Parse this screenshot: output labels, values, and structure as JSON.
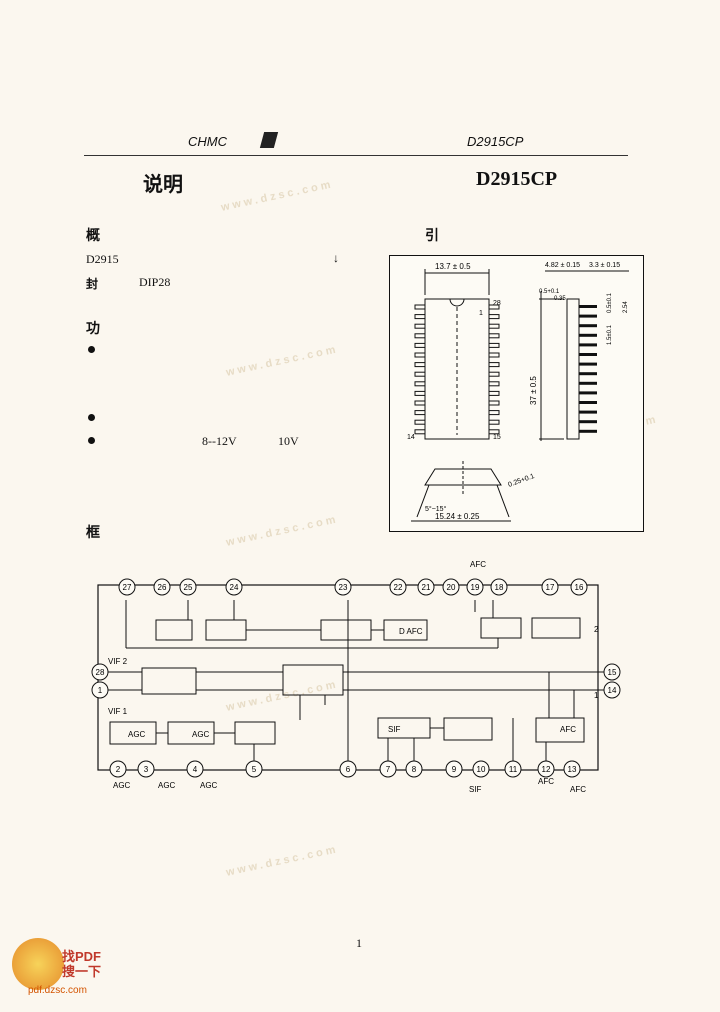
{
  "header": {
    "left": "CHMC",
    "right": "D2915CP",
    "title_left": "说明",
    "title_right": "D2915CP"
  },
  "sections": {
    "s1": "概",
    "s1_right": "引",
    "s2": "功",
    "s3": "框"
  },
  "text": {
    "line1_model": "D2915",
    "line1_suffix": "↓",
    "line2_prefix": "封",
    "line2_pkg": "DIP28",
    "bullet3_voltage": "8--12V",
    "bullet3_typ": "10V"
  },
  "package": {
    "dim_width": "13.7 ± 0.5",
    "dim_pitch": "4.82 ± 0.15",
    "dim_lead": "3.3 ± 0.15",
    "dim_tol1": "0.5+0.1",
    "dim_tol2": "0.35",
    "dim_254": "2.54",
    "dim_side1": "0.5±0.1",
    "dim_side2": "1.5±0.1",
    "dim_length": "37 ± 0.5",
    "pin28": "28",
    "pin1": "1",
    "pin14": "14",
    "pin15": "15",
    "angle1": "5°~15°",
    "angle2": "0.25+0.1",
    "dim_span": "15.24 ± 0.25"
  },
  "block": {
    "top_pins": [
      "27",
      "26",
      "25",
      "24",
      "23",
      "22",
      "21",
      "20",
      "19",
      "18",
      "17",
      "16"
    ],
    "bottom_pins": [
      "2",
      "3",
      "4",
      "5",
      "6",
      "7",
      "8",
      "9",
      "10",
      "11",
      "12",
      "13"
    ],
    "left_pins": [
      "28",
      "1"
    ],
    "right_pins": [
      "15",
      "14"
    ],
    "labels": {
      "afc_top": "AFC",
      "vif2": "VIF 2",
      "vif1": "VIF 1",
      "agc": "AGC",
      "agc2": "AGC",
      "sif": "SIF",
      "afc_box": "AFC",
      "dafc": "D AFC",
      "b_agc": "AGC",
      "b_agc2": "AGC",
      "b_agcf": "AGC",
      "b_sif": "SIF",
      "b_afc": "AFC",
      "b_afc2": "AFC",
      "side2": "2",
      "side1": "1"
    }
  },
  "footer": {
    "page": "1",
    "logo_line1": "找PDF",
    "logo_line2": "搜一下",
    "logo_url": "pdf.dzsc.com"
  },
  "watermark": "www.dzsc.com"
}
